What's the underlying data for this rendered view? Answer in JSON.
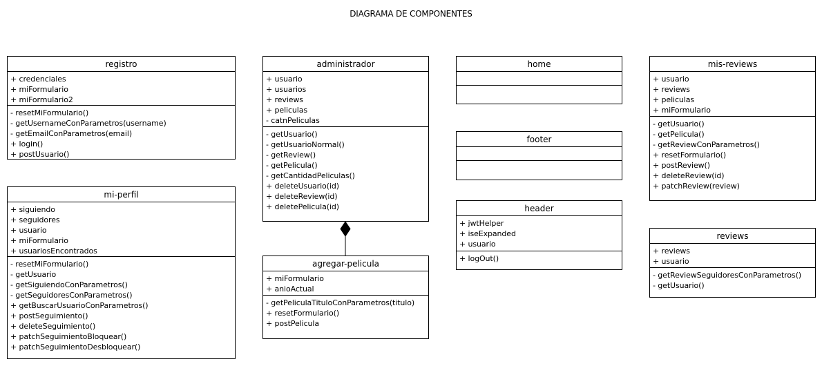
{
  "title": "DIAGRAMA DE COMPONENTES",
  "classes": {
    "registro": {
      "name": "registro",
      "attributes": [
        "+ credenciales",
        "+ miFormulario",
        "+ miFormulario2"
      ],
      "methods": [
        "- resetMiFormulario()",
        "- getUsernameConParametros(username)",
        "- getEmailConParametros(email)",
        "+ login()",
        "+ postUsuario()"
      ]
    },
    "mi_perfil": {
      "name": "mi-perfil",
      "attributes": [
        "+ siguiendo",
        "+ seguidores",
        "+ usuario",
        "+ miFormulario",
        "+ usuariosEncontrados"
      ],
      "methods": [
        "- resetMiFormulario()",
        "- getUsuario",
        "- getSiguiendoConParametros()",
        "- getSeguidoresConParametros()",
        "+ getBuscarUsuarioConParametros()",
        "+ postSeguimiento()",
        "+ deleteSeguimiento()",
        "+ patchSeguimientoBloquear()",
        "+ patchSeguimientoDesbloquear()"
      ]
    },
    "administrador": {
      "name": "administrador",
      "attributes": [
        "+ usuario",
        "+ usuarios",
        "+ reviews",
        "+ peliculas",
        "- catnPeliculas"
      ],
      "methods": [
        "- getUsuario()",
        "- getUsuarioNormal()",
        "- getReview()",
        "- getPelicula()",
        "- getCantidadPeliculas()",
        "+ deleteUsuario(id)",
        "+ deleteReview(id)",
        "+ deletePelicula(id)"
      ]
    },
    "agregar_pelicula": {
      "name": "agregar-pelicula",
      "attributes": [
        "+ miFormulario",
        "+ anioActual"
      ],
      "methods": [
        "- getPeliculaTituloConParametros(titulo)",
        "+ resetFormulario()",
        "+ postPelicula"
      ]
    },
    "home": {
      "name": "home",
      "attributes": [],
      "methods": []
    },
    "footer": {
      "name": "footer",
      "attributes": [],
      "methods": []
    },
    "header": {
      "name": "header",
      "attributes": [
        "+ jwtHelper",
        "+ iseExpanded",
        "+ usuario"
      ],
      "methods": [
        "+ logOut()"
      ]
    },
    "mis_reviews": {
      "name": "mis-reviews",
      "attributes": [
        "+ usuario",
        "+ reviews",
        "+ peliculas",
        "+ miFormulario"
      ],
      "methods": [
        "- getUsuario()",
        "- getPelicula()",
        "- getReviewConParametros()",
        "+ resetFormulario()",
        "+ postReview()",
        "+ deleteReview(id)",
        "+ patchReview(review)"
      ]
    },
    "reviews": {
      "name": "reviews",
      "attributes": [
        "+ reviews",
        "+ usuario"
      ],
      "methods": [
        "- getReviewSeguidoresConParametros()",
        "- getUsuario()"
      ]
    }
  },
  "relations": [
    {
      "type": "composition",
      "whole": "administrador",
      "part": "agregar-pelicula"
    }
  ]
}
